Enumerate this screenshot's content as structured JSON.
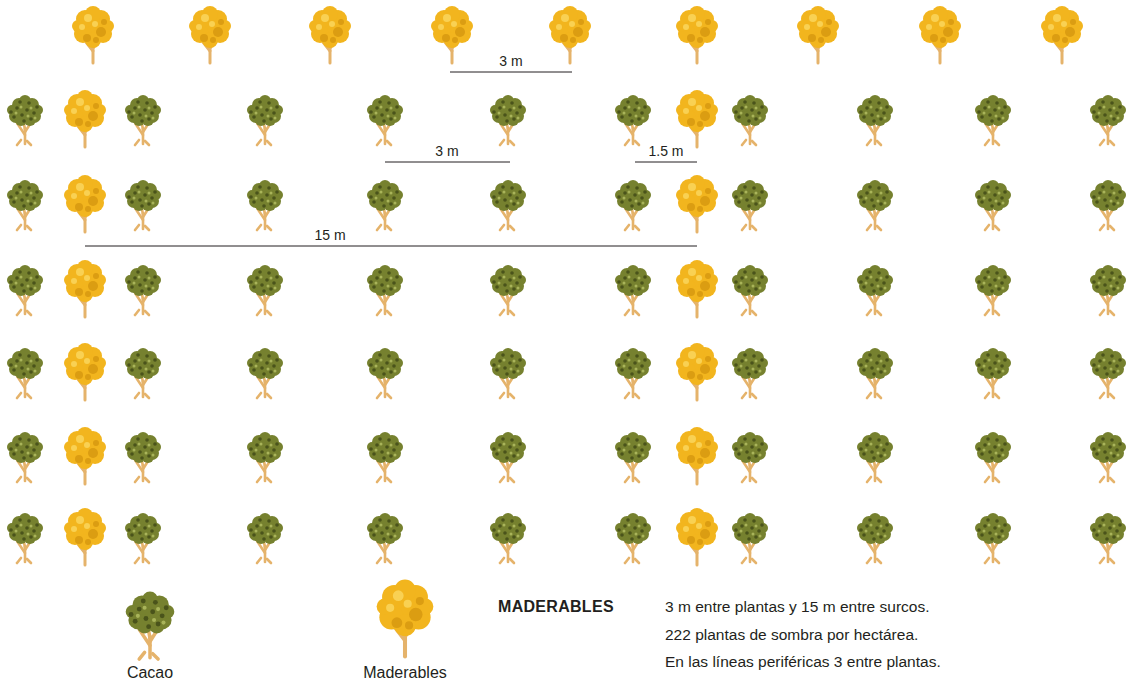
{
  "diagram": {
    "labels": [
      "3 m",
      "3 m",
      "1.5 m",
      "15 m",
      "MADERABLES",
      "3 m entre plantas y 15 m entre surcos.",
      "222 plantas de sombra por hectárea.",
      "En las líneas periféricas 3 entre plantas."
    ],
    "legend": [
      {
        "text": "Cacao"
      },
      {
        "text": "Maderables"
      }
    ]
  }
}
